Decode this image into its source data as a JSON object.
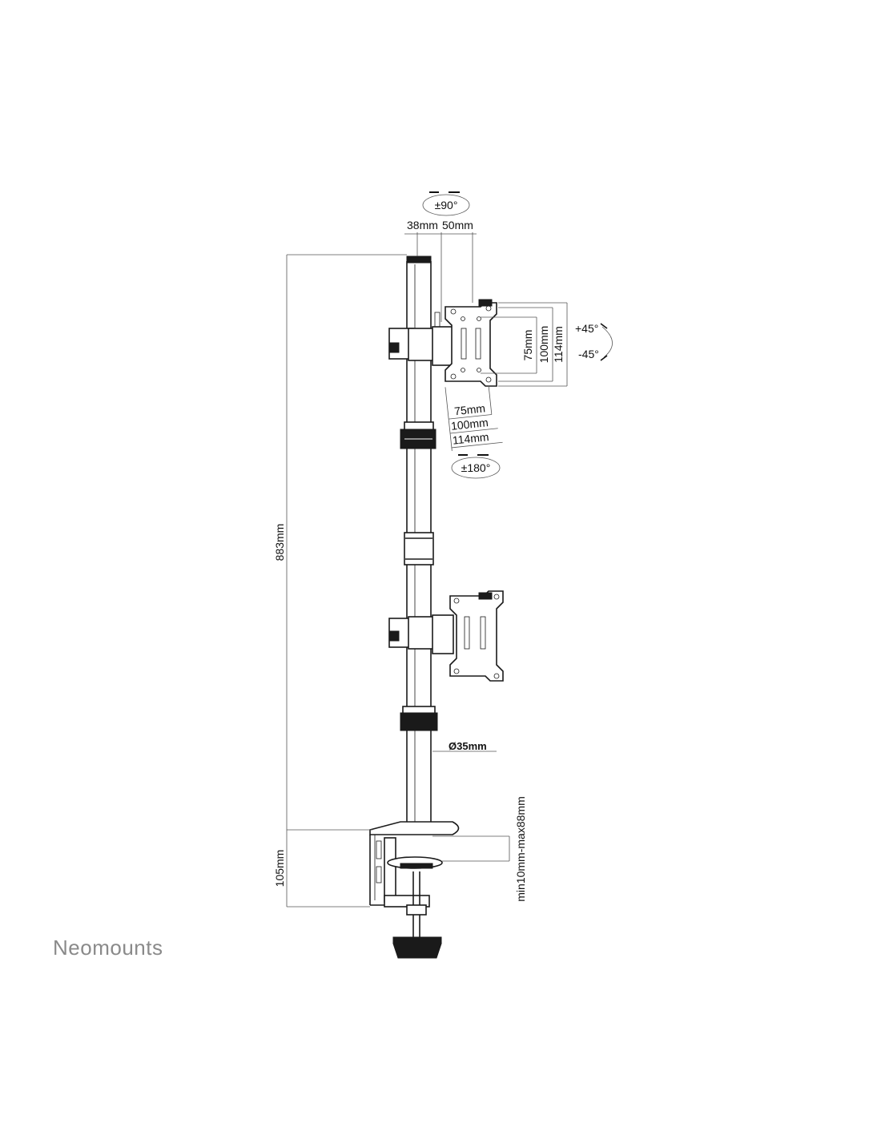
{
  "brand": "Neomounts",
  "labels": {
    "tilt_top": "±90°",
    "offset_38": "38mm",
    "offset_50": "50mm",
    "vesa_h_75": "75mm",
    "vesa_h_100": "100mm",
    "vesa_h_114": "114mm",
    "tilt_plus": "+45°",
    "tilt_minus": "-45°",
    "vesa_w_75": "75mm",
    "vesa_w_100": "100mm",
    "vesa_w_114": "114mm",
    "rotation": "±180°",
    "height_total": "883mm",
    "pole_diameter": "Ø35mm",
    "clamp_height": "105mm",
    "desk_thickness": "min10mm-max88mm"
  },
  "colors": {
    "line": "#1a1a1a",
    "dimension": "#555555",
    "brand": "#8a8a8a"
  }
}
